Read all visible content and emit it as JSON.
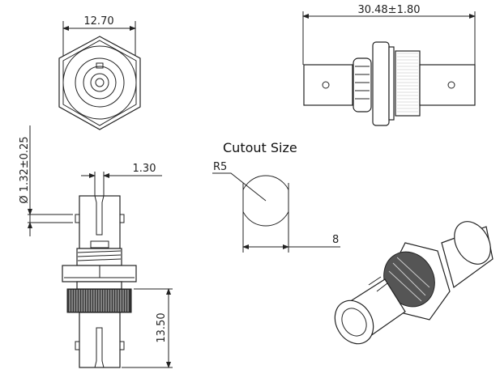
{
  "top_view": {
    "width_dim": "12.70"
  },
  "side_view": {
    "length_dim": "30.48±1.80"
  },
  "front_view": {
    "slot_dim": "1.30",
    "pin_dim": "Ø 1.32±0.25",
    "height_dim": "13.50"
  },
  "cutout": {
    "title": "Cutout Size",
    "radius_label": "R5",
    "width_dim": "8"
  },
  "colors": {
    "line": "#222222",
    "background": "#ffffff"
  }
}
